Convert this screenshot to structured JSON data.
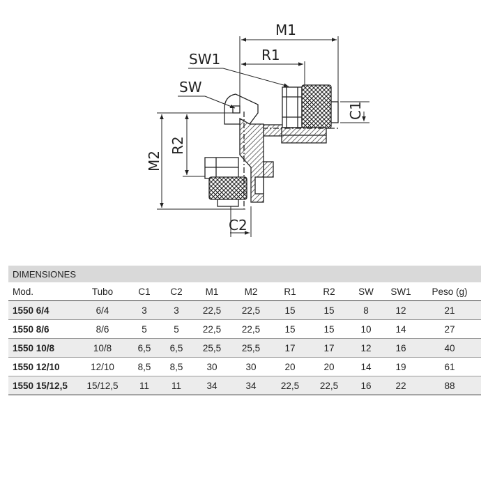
{
  "drawing": {
    "labels": {
      "m1": "M1",
      "r1": "R1",
      "sw1": "SW1",
      "sw": "SW",
      "c1": "C1",
      "r2": "R2",
      "m2": "M2",
      "c2": "C2"
    }
  },
  "table": {
    "title": "DIMENSIONES",
    "headers": [
      "Mod.",
      "Tubo",
      "C1",
      "C2",
      "M1",
      "M2",
      "R1",
      "R2",
      "SW",
      "SW1",
      "Peso (g)"
    ],
    "rows": [
      [
        "1550 6/4",
        "6/4",
        "3",
        "3",
        "22,5",
        "22,5",
        "15",
        "15",
        "8",
        "12",
        "21"
      ],
      [
        "1550 8/6",
        "8/6",
        "5",
        "5",
        "22,5",
        "22,5",
        "15",
        "15",
        "10",
        "14",
        "27"
      ],
      [
        "1550 10/8",
        "10/8",
        "6,5",
        "6,5",
        "25,5",
        "25,5",
        "17",
        "17",
        "12",
        "16",
        "40"
      ],
      [
        "1550 12/10",
        "12/10",
        "8,5",
        "8,5",
        "30",
        "30",
        "20",
        "20",
        "14",
        "19",
        "61"
      ],
      [
        "1550 15/12,5",
        "15/12,5",
        "11",
        "11",
        "34",
        "34",
        "22,5",
        "22,5",
        "16",
        "22",
        "88"
      ]
    ]
  }
}
